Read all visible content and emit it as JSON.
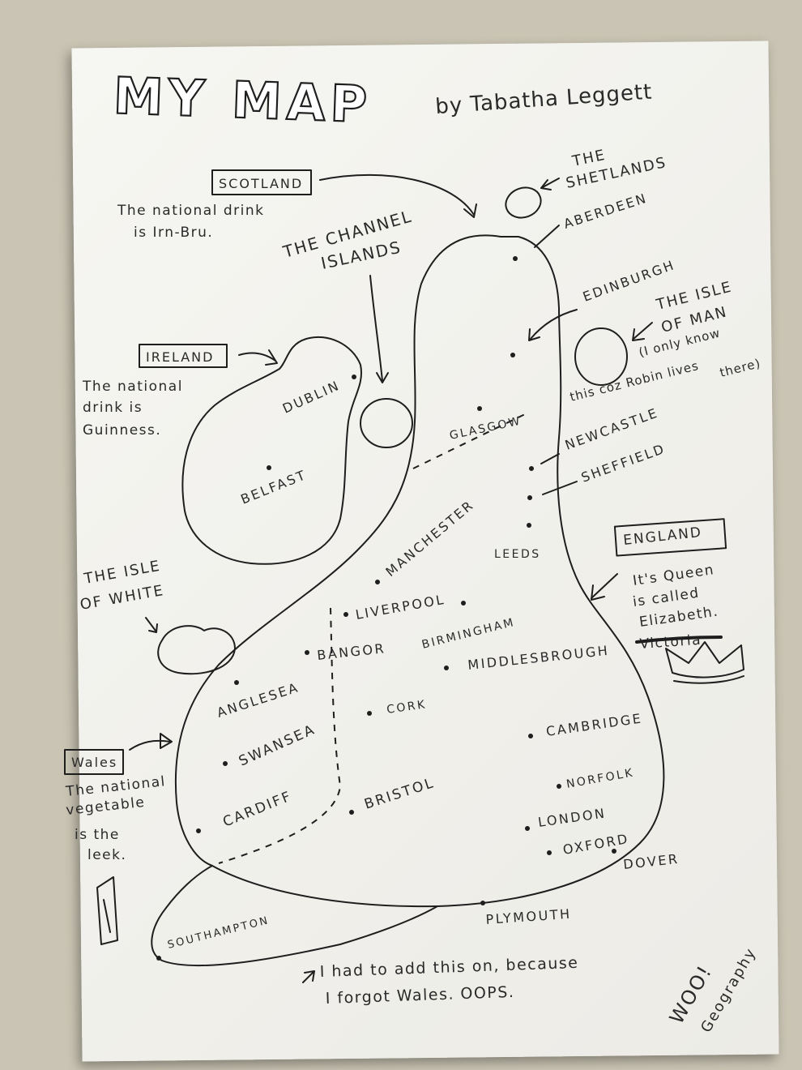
{
  "title": {
    "main": "MY MAP",
    "byline": "by Tabatha Leggett"
  },
  "countries": {
    "scotland": {
      "label": "SCOTLAND",
      "note1": "The national drink",
      "note2": "is Irn-Bru."
    },
    "ireland": {
      "label": "IRELAND",
      "note1": "The national",
      "note2": "drink is",
      "note3": "Guinness."
    },
    "wales": {
      "label": "Wales",
      "note1": "The national",
      "note2": "vegetable",
      "note3": "is the",
      "note4": "leek."
    },
    "england": {
      "label": "ENGLAND",
      "note1": "It's Queen",
      "note2": "is called",
      "note3": "Elizabeth.",
      "struck": "Victoria"
    }
  },
  "islands": {
    "channel1": "THE CHANNEL",
    "channel2": "ISLANDS",
    "shetlands1": "THE",
    "shetlands2": "SHETLANDS",
    "man1": "THE ISLE",
    "man2": "OF MAN",
    "man3": "(I only know",
    "man4": "this coz Robin lives",
    "man5": "there)",
    "white1": "THE ISLE",
    "white2": "OF WHITE"
  },
  "cities": {
    "aberdeen": "ABERDEEN",
    "edinburgh": "EDINBURGH",
    "glasgow": "GLASGOW",
    "newcastle": "NEWCASTLE",
    "sheffield": "SHEFFIELD",
    "leeds": "LEEDS",
    "dublin": "DUBLIN",
    "belfast": "BELFAST",
    "manchester": "MANCHESTER",
    "liverpool": "LIVERPOOL",
    "birmingham": "BIRMINGHAM",
    "bangor": "BANGOR",
    "middlesbrough": "MIDDLESBROUGH",
    "anglesea": "ANGLESEA",
    "cork": "CORK",
    "swansea": "SWANSEA",
    "cambridge": "CAMBRIDGE",
    "norfolk": "NORFOLK",
    "cardiff": "CARDIFF",
    "bristol": "BRISTOL",
    "london": "LONDON",
    "oxford": "OXFORD",
    "dover": "DOVER",
    "plymouth": "PLYMOUTH",
    "southampton": "SOUTHAMPTON"
  },
  "footnote": {
    "line1": "I had to add this on, because",
    "line2": "I forgot Wales. OOPS."
  },
  "corner": {
    "line1": "WOO!",
    "line2": "Geography"
  }
}
